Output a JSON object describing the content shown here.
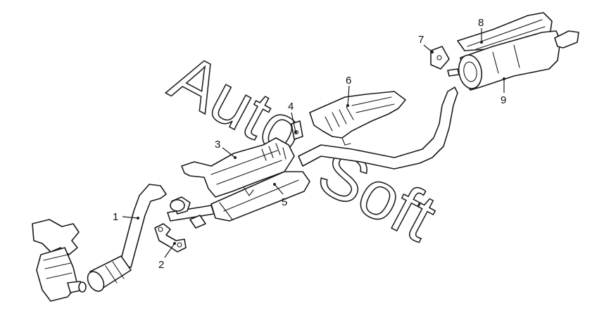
{
  "callouts": [
    {
      "label": "1"
    },
    {
      "label": "2"
    },
    {
      "label": "3"
    },
    {
      "label": "4"
    },
    {
      "label": "5"
    },
    {
      "label": "6"
    },
    {
      "label": "7"
    },
    {
      "label": "8"
    },
    {
      "label": "9"
    }
  ],
  "watermark": {
    "line1": "Auto",
    "line2": "Soft"
  },
  "colors": {
    "ink": "#1a1a1a",
    "background": "#ffffff"
  }
}
